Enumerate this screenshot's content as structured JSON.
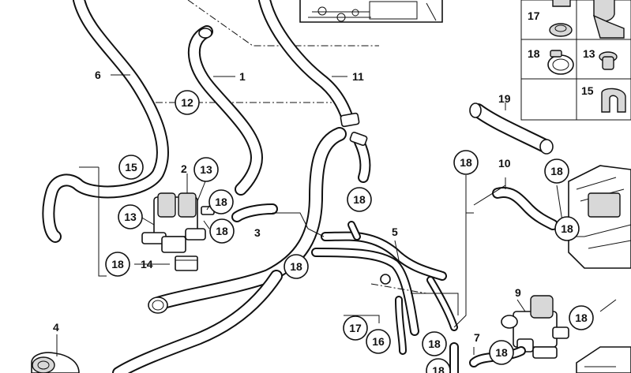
{
  "callouts": {
    "c12": "12",
    "c15": "15",
    "c13a": "13",
    "c13b": "13",
    "c18_valve_top": "18",
    "c18_valve_mid": "18",
    "c18_left": "18",
    "c18_center": "18",
    "c18_pipe": "18",
    "c18_right_col": "18",
    "c18_right_hose": "18",
    "c18_right_small": "18",
    "c18_valve9": "18",
    "c18_bottom_a": "18",
    "c18_bottom_b": "18",
    "c18_bottom_c": "18",
    "c17": "17",
    "c16": "16"
  },
  "labels": {
    "l1": "1",
    "l2": "2",
    "l3": "3",
    "l4": "4",
    "l5": "5",
    "l6": "6",
    "l7": "7",
    "l9": "9",
    "l10": "10",
    "l11": "11",
    "l14": "14",
    "l19": "19"
  },
  "inset": {
    "i17": "17",
    "i18": "18",
    "i13": "13",
    "i15": "15"
  },
  "colors": {
    "line": "#111111",
    "background": "#ffffff",
    "part_fill": "#d8d8d8"
  }
}
